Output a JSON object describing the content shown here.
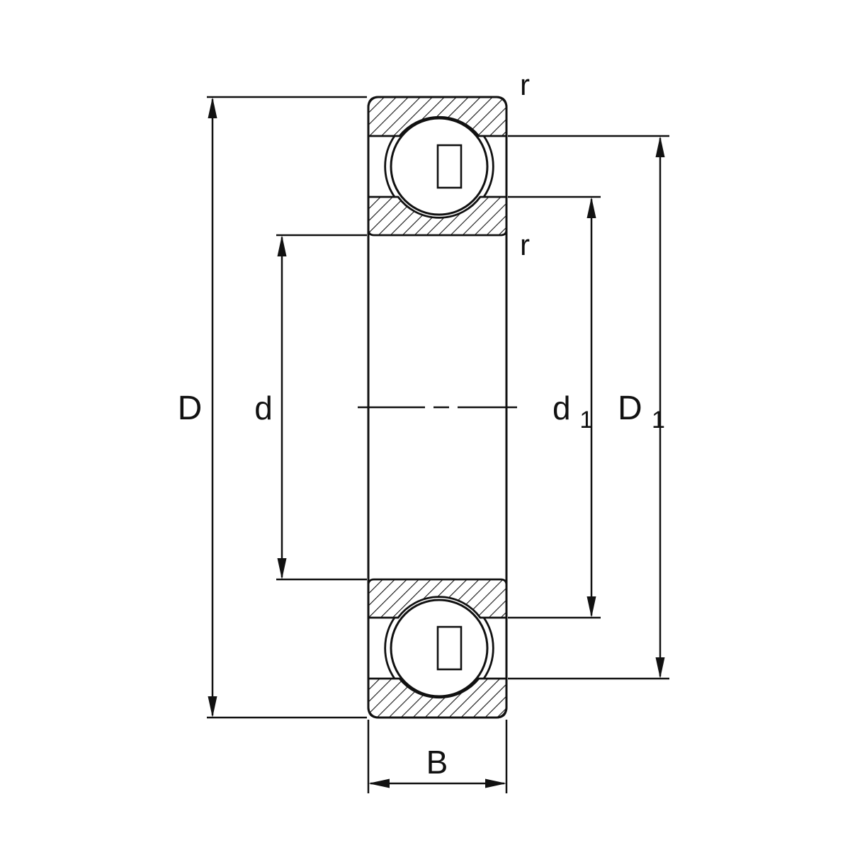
{
  "diagram": {
    "type": "bearing-cross-section",
    "description": "Deep groove ball bearing dimension drawing",
    "labels": {
      "outer_diameter": "D",
      "bore_diameter": "d",
      "inner_ring_shoulder": {
        "main": "d",
        "sub": "1"
      },
      "outer_ring_shoulder": {
        "main": "D",
        "sub": "1"
      },
      "width": "B",
      "chamfer_outer": "r",
      "chamfer_inner": "r"
    },
    "colors": {
      "line": "#111111",
      "background": "#ffffff"
    }
  }
}
